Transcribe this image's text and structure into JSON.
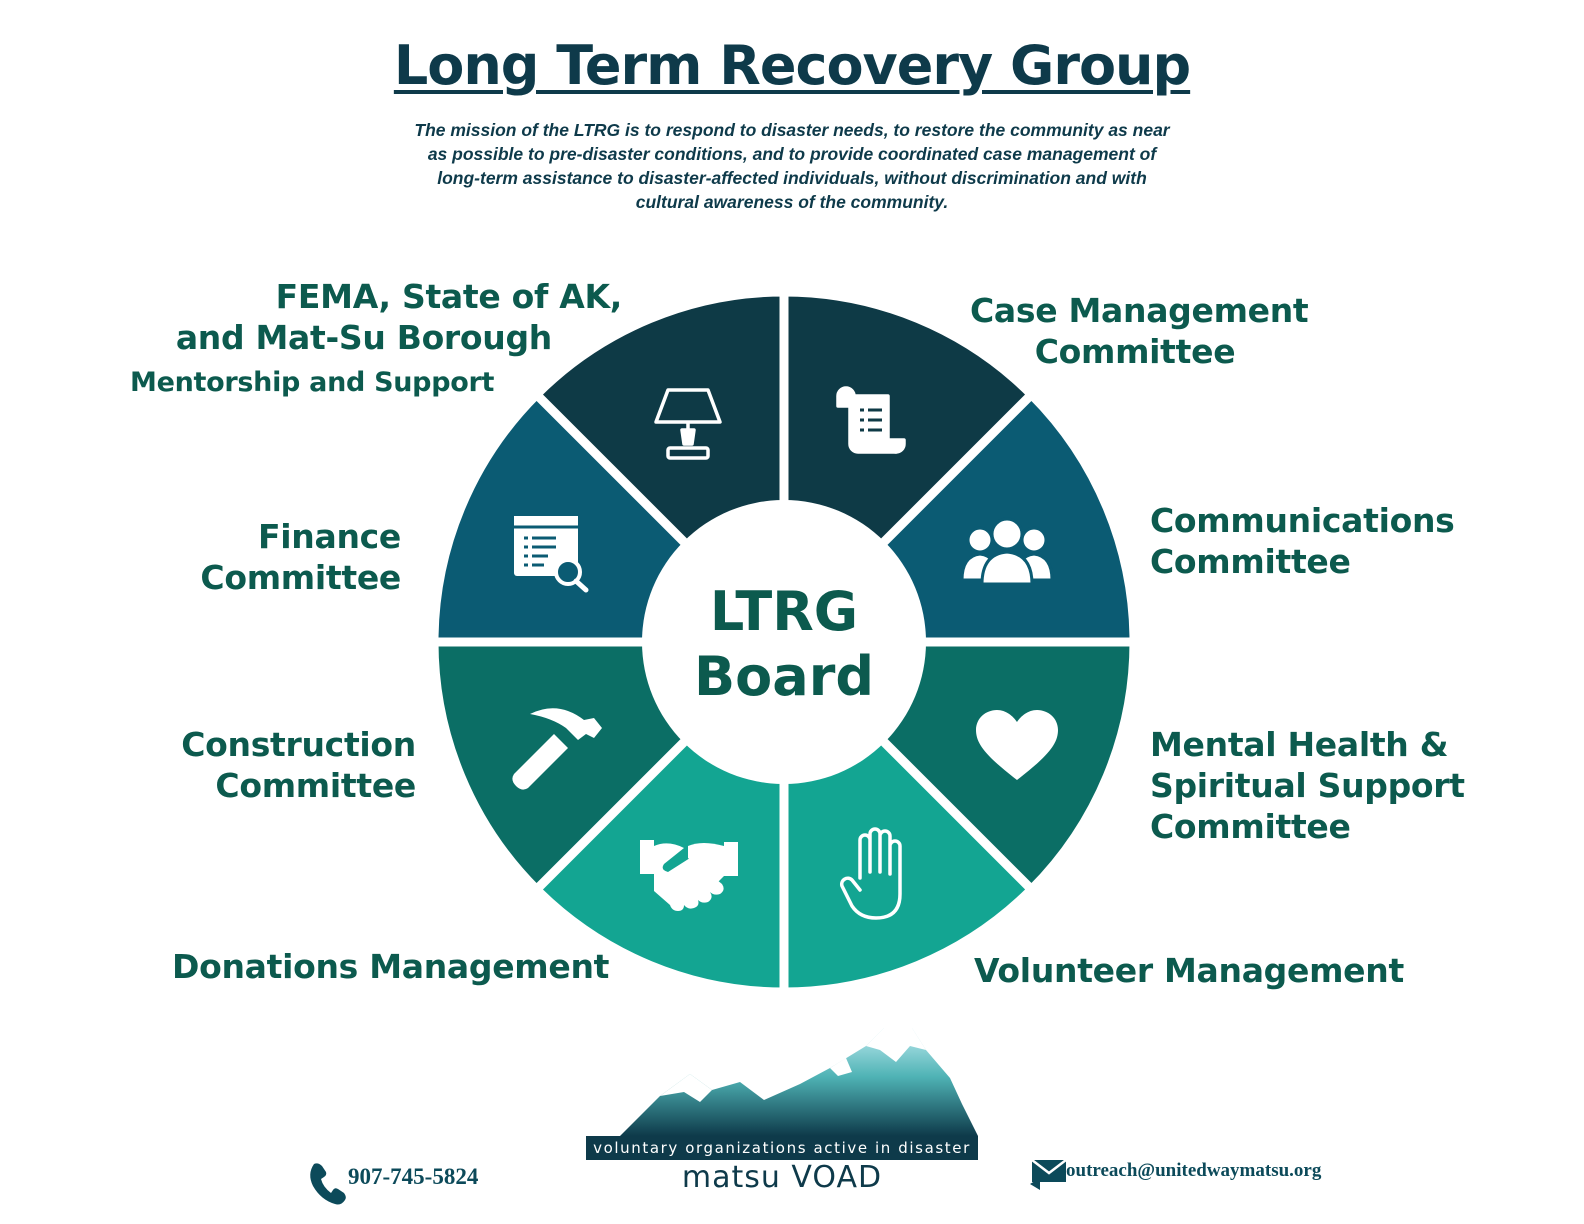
{
  "header": {
    "title": "Long Term Recovery Group",
    "mission": "The mission of the LTRG is to respond to disaster needs, to restore the community as near as possible to pre-disaster conditions, and to provide coordinated case management of long-term assistance to disaster-affected individuals, without discrimination and with cultural awareness of the community."
  },
  "center": {
    "line1": "LTRG",
    "line2": "Board"
  },
  "labels": {
    "fema_line1": "FEMA, State of AK,",
    "fema_line2": "and Mat-Su Borough",
    "fema_line3": "Mentorship and Support",
    "case_line1": "Case Management",
    "case_line2": "Committee",
    "comm_line1": "Communications",
    "comm_line2": "Committee",
    "mental_line1": "Mental Health &",
    "mental_line2": "Spiritual Support",
    "mental_line3": "Committee",
    "volunteer": "Volunteer Management",
    "donations": "Donations Management",
    "construction_line1": "Construction",
    "construction_line2": "Committee",
    "finance_line1": "Finance",
    "finance_line2": "Committee"
  },
  "segments": [
    {
      "id": "fema",
      "color": "#0e3a46",
      "icon": "desk-lamp-icon"
    },
    {
      "id": "case-management",
      "color": "#0e3a46",
      "icon": "scroll-list-icon"
    },
    {
      "id": "communications",
      "color": "#0b5b73",
      "icon": "user-group-icon"
    },
    {
      "id": "mental-health",
      "color": "#0b6e65",
      "icon": "heart-icon"
    },
    {
      "id": "volunteer",
      "color": "#13a592",
      "icon": "raised-hand-icon"
    },
    {
      "id": "donations",
      "color": "#13a592",
      "icon": "handshake-icon"
    },
    {
      "id": "construction",
      "color": "#0b6e65",
      "icon": "hammer-icon"
    },
    {
      "id": "finance",
      "color": "#0b5b73",
      "icon": "document-search-icon"
    }
  ],
  "footer": {
    "phone": "907-745-5824",
    "email": "outreach@unitedwaymatsu.org",
    "org_tagline": "voluntary organizations active in disaster",
    "org_name": "matsu VOAD"
  }
}
